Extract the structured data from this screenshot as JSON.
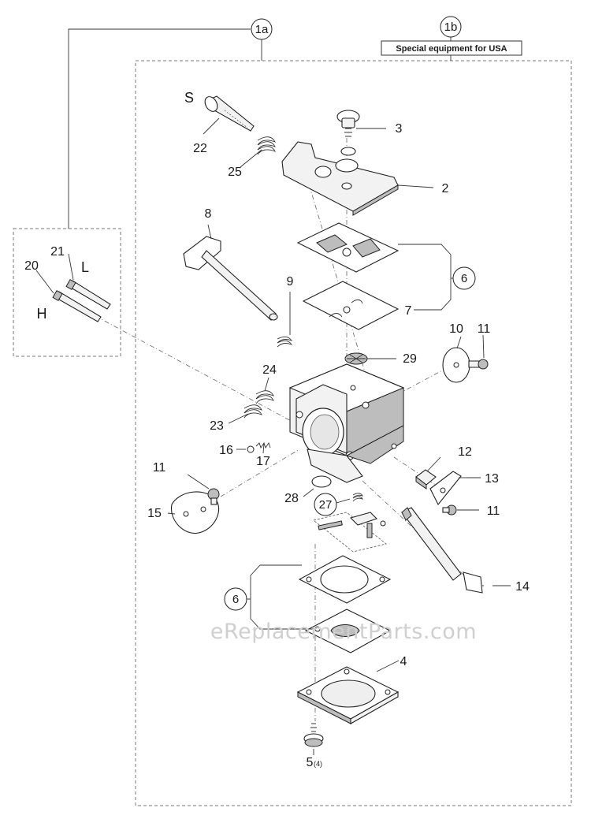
{
  "callouts": {
    "group_1a": "1a",
    "group_1b": "1b",
    "kit_6_top": "6",
    "kit_6_bottom": "6",
    "kit_27": "27"
  },
  "note": {
    "special_equipment": "Special equipment for USA"
  },
  "labels": {
    "s": "S",
    "l": "L",
    "h": "H",
    "p2": "2",
    "p3": "3",
    "p4": "4",
    "p5": "5",
    "p5_qty": "(4)",
    "p7": "7",
    "p8": "8",
    "p9": "9",
    "p10": "10",
    "p11_top": "11",
    "p11_left": "11",
    "p11_right": "11",
    "p12": "12",
    "p13": "13",
    "p14": "14",
    "p15": "15",
    "p16": "16",
    "p17": "17",
    "p20": "20",
    "p21": "21",
    "p22": "22",
    "p23": "23",
    "p24": "24",
    "p25": "25",
    "p28": "28",
    "p29": "29"
  },
  "watermark": "eReplacementParts.com"
}
